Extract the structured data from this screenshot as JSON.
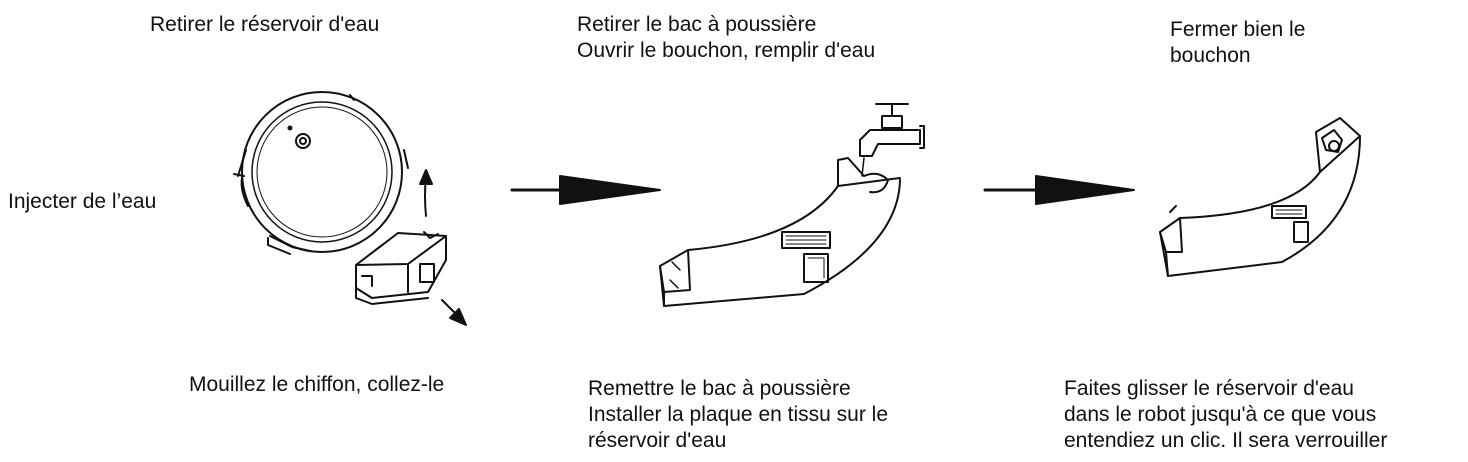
{
  "side_label": "Injecter de l’eau",
  "steps": [
    {
      "top": [
        "Retirer le réservoir d'eau"
      ],
      "bottom": [
        "Mouillez le chiffon, collez-le"
      ]
    },
    {
      "top": [
        "Retirer le bac à poussière",
        "Ouvrir le bouchon, remplir d'eau"
      ],
      "bottom": [
        "Remettre le bac à poussière",
        "Installer la plaque en tissu sur le",
        "réservoir d'eau"
      ]
    },
    {
      "top": [
        "Fermer bien le",
        "bouchon"
      ],
      "bottom": [
        "Faites glisser le réservoir d'eau",
        "dans le robot jusqu'à ce que vous",
        "entendiez un clic. Il sera verrouiller"
      ]
    }
  ],
  "icons": [
    "robot-vacuum-icon",
    "water-tank-icon",
    "faucet-icon",
    "arrow-right-icon"
  ]
}
